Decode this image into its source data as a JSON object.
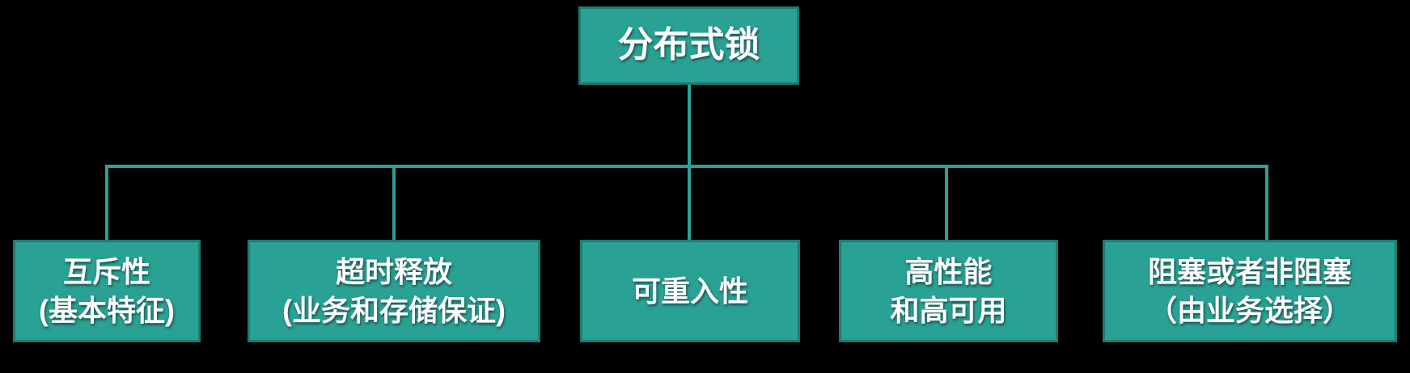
{
  "diagram": {
    "type": "tree",
    "root": {
      "label": "分布式锁"
    },
    "children": [
      {
        "lines": [
          "互斥性",
          "(基本特征)"
        ]
      },
      {
        "lines": [
          "超时释放",
          "(业务和存储保证)"
        ]
      },
      {
        "lines": [
          "可重入性"
        ]
      },
      {
        "lines": [
          "高性能",
          "和高可用"
        ]
      },
      {
        "lines": [
          "阻塞或者非阻塞",
          "（由业务选择）"
        ]
      }
    ],
    "colors": {
      "background": "#000000",
      "node_fill": "#2aa195",
      "node_border": "#1c7c70",
      "connector": "#2aa195",
      "text": "#ffffff"
    }
  }
}
